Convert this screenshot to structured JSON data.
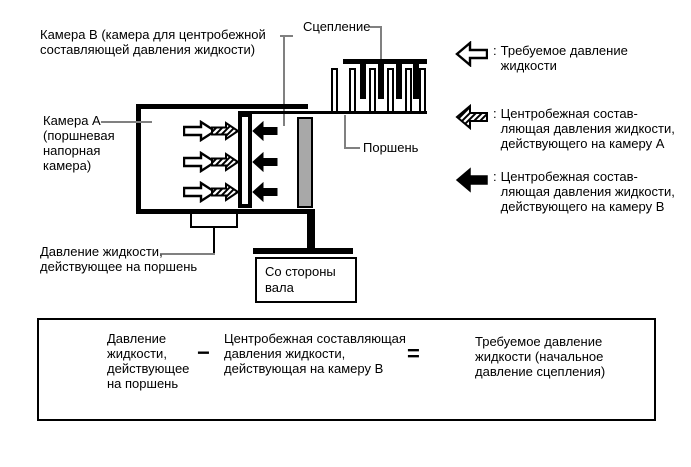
{
  "diagram": {
    "camera_b_label": {
      "lines": [
        "Камера B (камера для центробежной",
        "составляющей давления жидкости)"
      ]
    },
    "clutch_label": "Сцепление",
    "piston_label": "Поршень",
    "camera_a_label": {
      "lines": [
        "Камера A",
        "(поршневая",
        "напорная",
        "камера)"
      ]
    },
    "piston_pressure_label": {
      "lines": [
        "Давление жидкости,",
        "действующее на поршень"
      ]
    },
    "shaft_box": {
      "lines": [
        "Со стороны",
        "вала"
      ]
    }
  },
  "legend": {
    "colon": ":",
    "items": [
      {
        "icon": "outline-left-arrow-icon",
        "lines": [
          "Требуемое давление",
          "жидкости"
        ]
      },
      {
        "icon": "hatched-left-arrow-icon",
        "lines": [
          "Центробежная состав-",
          "ляющая давления жидкости,",
          "действующего на камеру A"
        ]
      },
      {
        "icon": "solid-left-arrow-icon",
        "lines": [
          "Центробежная состав-",
          "ляющая давления жидкости,",
          "действующего на камеру B"
        ]
      }
    ]
  },
  "formula": {
    "term1": {
      "lines": [
        "Давление",
        "жидкости,",
        "действующее",
        "на поршень"
      ]
    },
    "operator_minus": "−",
    "term2": {
      "lines": [
        "Центробежная составляющая",
        "давления жидкости,",
        "действующая на камеру B"
      ]
    },
    "operator_equals": "=",
    "result": {
      "lines": [
        "Требуемое давление",
        "жидкости (начальное",
        "давление сцепления)"
      ]
    }
  },
  "colors": {
    "ink": "#000000",
    "leader_line": "#808080",
    "piston_fill": "#a8a8a8"
  }
}
